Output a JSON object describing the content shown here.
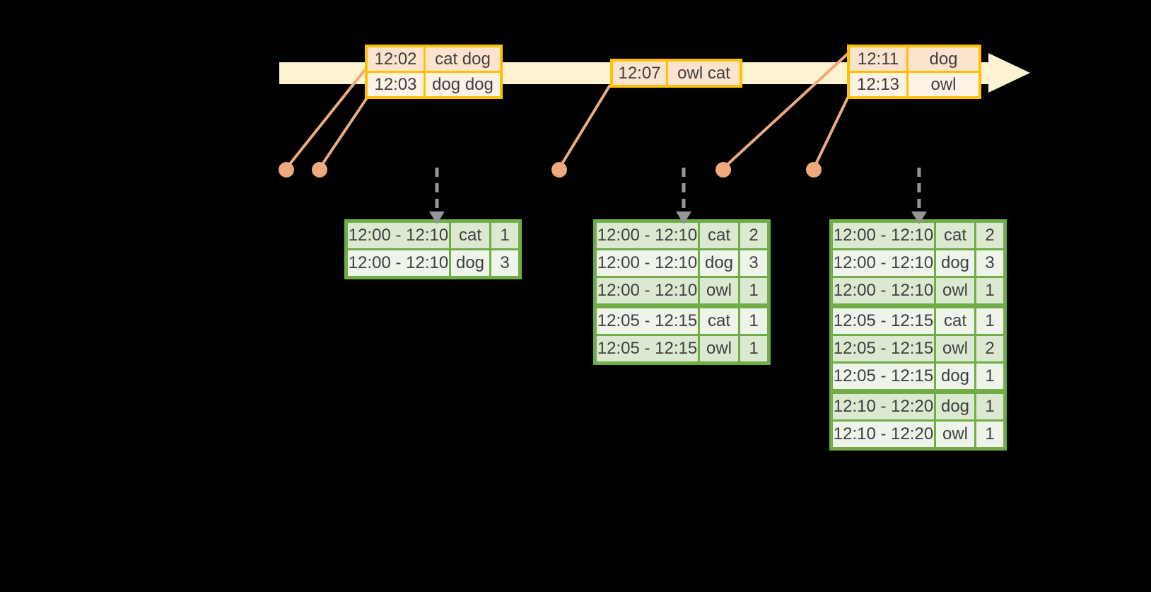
{
  "diagram": {
    "colors": {
      "background": "#000000",
      "timeline-fill": "#fdf3d0",
      "event-border": "#ffc000",
      "event-row-dark": "#fbe3cd",
      "event-row-light": "#fdf2e6",
      "marker-orange": "#edaa7d",
      "arrow-gray": "#969696",
      "result-border": "#70ad47",
      "result-row-dark": "#dce9d1",
      "result-row-light": "#eef4e9",
      "text-color": "#3f3f42"
    },
    "timeline": {
      "event_tables": [
        {
          "rows": [
            {
              "time": "12:02",
              "words": "cat dog"
            },
            {
              "time": "12:03",
              "words": "dog dog"
            }
          ]
        },
        {
          "rows": [
            {
              "time": "12:07",
              "words": "owl cat"
            }
          ]
        },
        {
          "rows": [
            {
              "time": "12:11",
              "words": "dog"
            },
            {
              "time": "12:13",
              "words": "owl"
            }
          ]
        }
      ],
      "event_dot_count": 5,
      "trigger_arrow_count": 3
    },
    "result_tables": [
      {
        "rows": [
          [
            "12:00 - 12:10",
            "cat",
            "1"
          ],
          [
            "12:00 - 12:10",
            "dog",
            "3"
          ]
        ]
      },
      {
        "rows": [
          [
            "12:00 - 12:10",
            "cat",
            "2"
          ],
          [
            "12:00 - 12:10",
            "dog",
            "3"
          ],
          [
            "12:00 - 12:10",
            "owl",
            "1"
          ],
          [
            "12:05 - 12:15",
            "cat",
            "1"
          ],
          [
            "12:05 - 12:15",
            "owl",
            "1"
          ]
        ]
      },
      {
        "rows": [
          [
            "12:00 - 12:10",
            "cat",
            "2"
          ],
          [
            "12:00 - 12:10",
            "dog",
            "3"
          ],
          [
            "12:00 - 12:10",
            "owl",
            "1"
          ],
          [
            "12:05 - 12:15",
            "cat",
            "1"
          ],
          [
            "12:05 - 12:15",
            "owl",
            "2"
          ],
          [
            "12:05 - 12:15",
            "dog",
            "1"
          ],
          [
            "12:10 - 12:20",
            "dog",
            "1"
          ],
          [
            "12:10 - 12:20",
            "owl",
            "1"
          ]
        ]
      }
    ]
  }
}
